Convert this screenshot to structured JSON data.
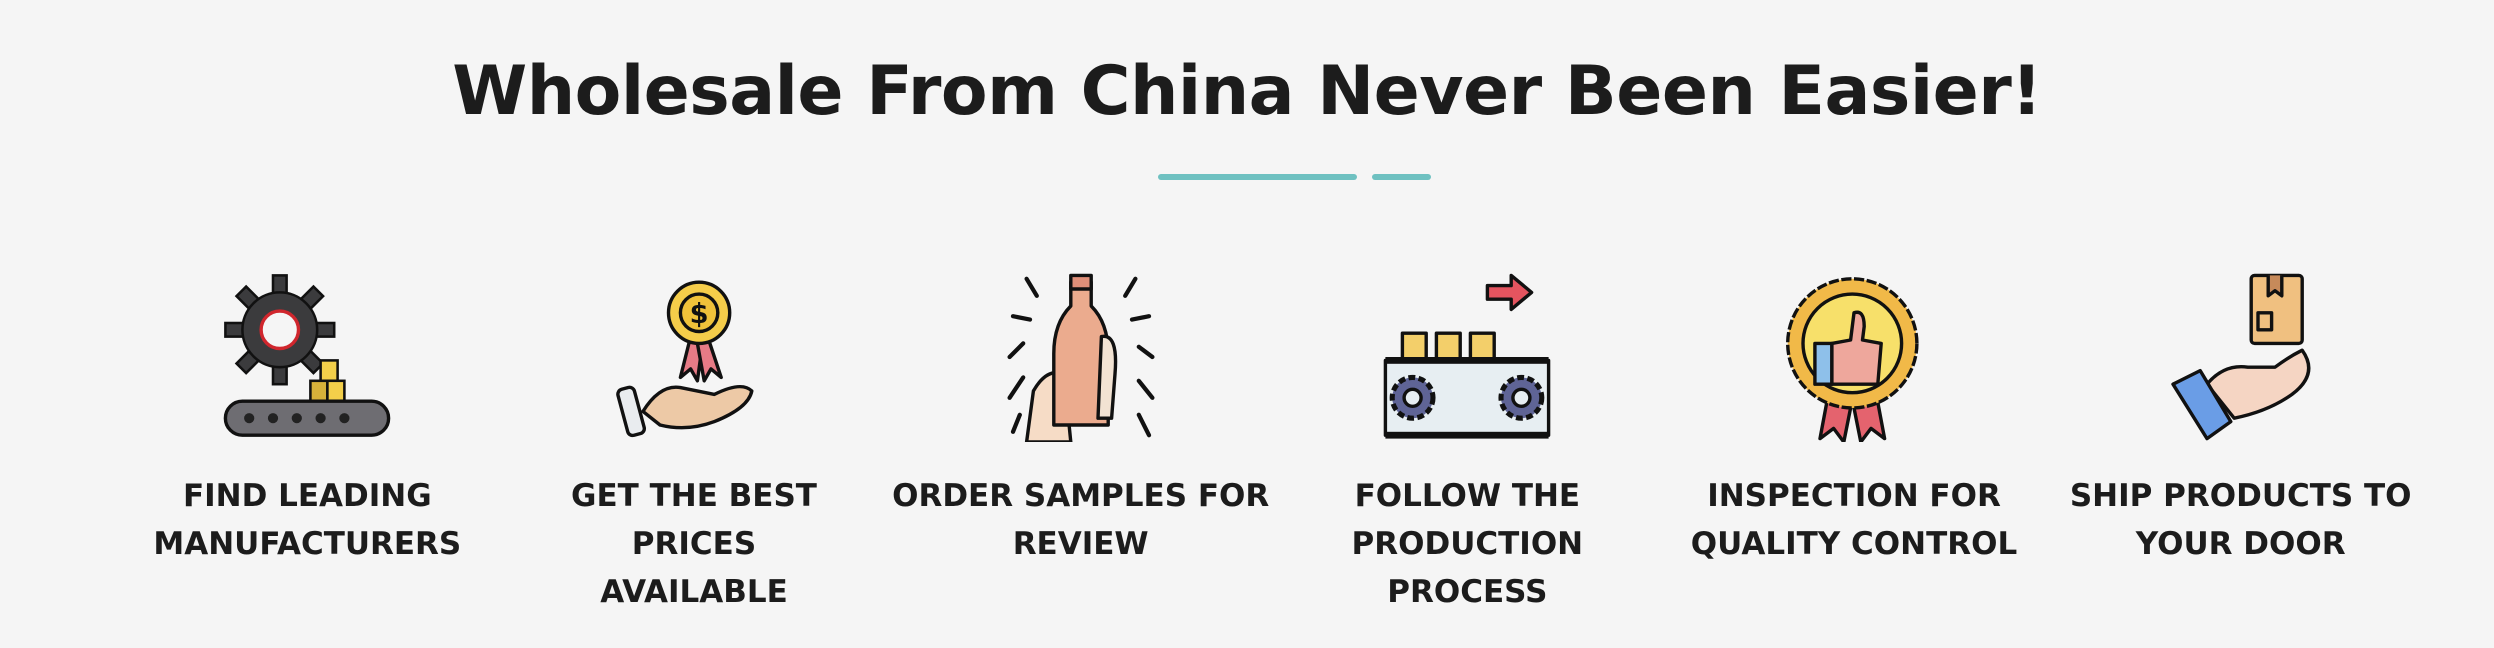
{
  "header": {
    "title": "Wholesale From China Never Been Easier!"
  },
  "accent_color": "#6fc1c1",
  "features": [
    {
      "icon": "gear-conveyor-icon",
      "label_lines": [
        "FIND LEADING",
        "MANUFACTURERS"
      ]
    },
    {
      "icon": "hand-medal-icon",
      "label_lines": [
        "GET THE BEST PRICES",
        "AVAILABLE"
      ]
    },
    {
      "icon": "hand-bottle-icon",
      "label_lines": [
        "ORDER SAMPLES FOR",
        "REVIEW"
      ]
    },
    {
      "icon": "production-line-icon",
      "label_lines": [
        "FOLLOW THE",
        "PRODUCTION",
        "PROCESS"
      ]
    },
    {
      "icon": "quality-badge-icon",
      "label_lines": [
        "INSPECTION FOR",
        "QUALITY CONTROL"
      ]
    },
    {
      "icon": "hand-package-icon",
      "label_lines": [
        "SHIP PRODUCTS TO",
        "YOUR DOOR"
      ]
    }
  ]
}
